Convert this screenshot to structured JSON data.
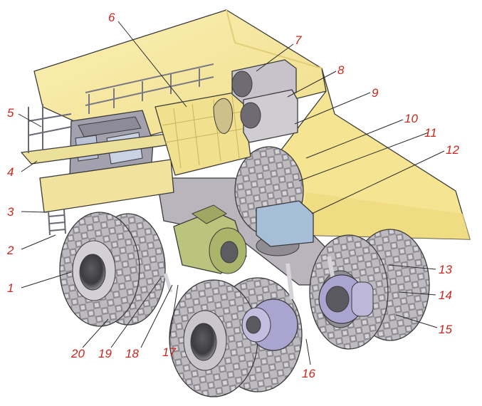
{
  "colors": {
    "body_yellow": "#f6e79a",
    "body_yellow_dark": "#e7d27a",
    "cab_gray": "#9c9aa6",
    "tire_gray": "#b9b7bc",
    "tire_dark": "#6f6d73",
    "frame_gray": "#b7b4bb",
    "generator_green": "#b9c27a",
    "blower_blue": "#9fb8d4",
    "motor_lilac": "#a9a3cf",
    "callout_red": "#c8281e"
  },
  "callouts": [
    {
      "id": "1",
      "label": "1"
    },
    {
      "id": "2",
      "label": "2"
    },
    {
      "id": "3",
      "label": "3"
    },
    {
      "id": "4",
      "label": "4"
    },
    {
      "id": "5",
      "label": "5"
    },
    {
      "id": "6",
      "label": "6"
    },
    {
      "id": "7",
      "label": "7"
    },
    {
      "id": "8",
      "label": "8"
    },
    {
      "id": "9",
      "label": "9"
    },
    {
      "id": "10",
      "label": "10"
    },
    {
      "id": "11",
      "label": "11"
    },
    {
      "id": "12",
      "label": "12"
    },
    {
      "id": "13",
      "label": "13"
    },
    {
      "id": "14",
      "label": "14"
    },
    {
      "id": "15",
      "label": "15"
    },
    {
      "id": "16",
      "label": "16"
    },
    {
      "id": "17",
      "label": "17"
    },
    {
      "id": "18",
      "label": "18"
    },
    {
      "id": "19",
      "label": "19"
    },
    {
      "id": "20",
      "label": "20"
    }
  ]
}
